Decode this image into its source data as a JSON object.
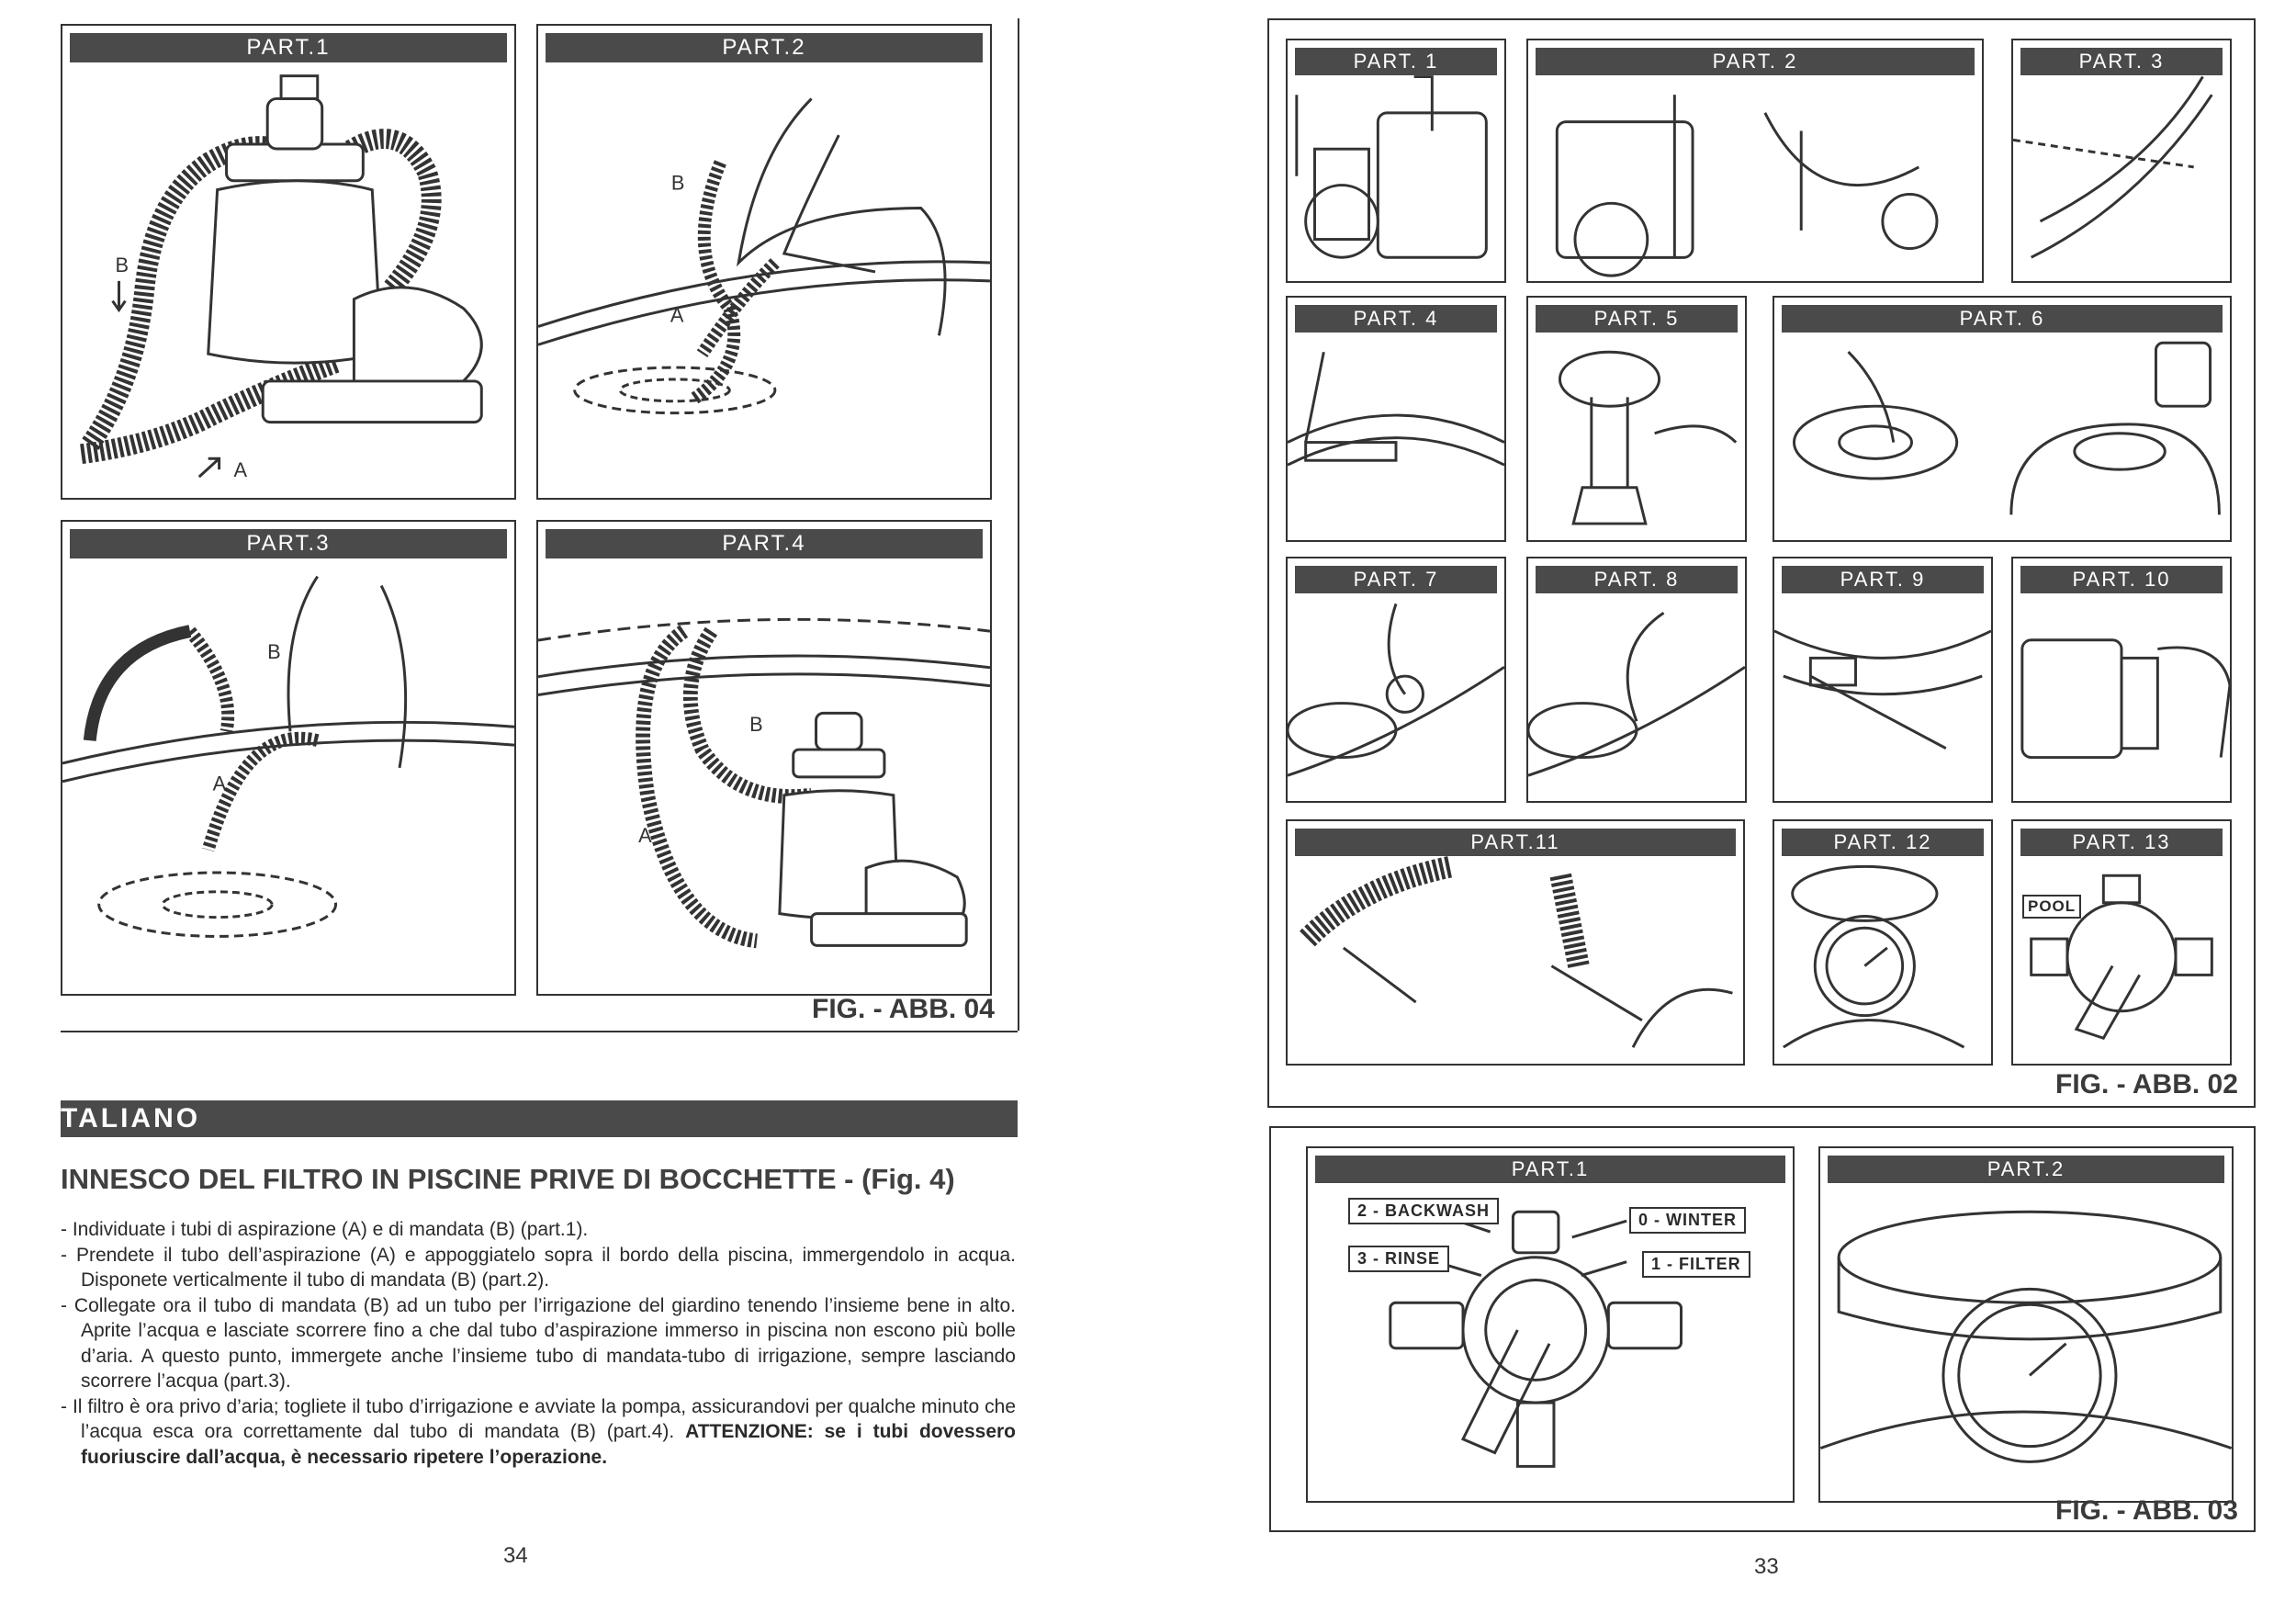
{
  "left_page": {
    "parts": [
      "PART.1",
      "PART.2",
      "PART.3",
      "PART.4"
    ],
    "callouts": {
      "p1_b": "B",
      "p1_a": "A",
      "p2_b": "B",
      "p2_a": "A",
      "p3_b": "B",
      "p3_a": "A",
      "p4_b": "B",
      "p4_a": "A"
    },
    "fig_label": "FIG. - ABB. 04",
    "section_title": "TALIANO",
    "heading": "INNESCO DEL FILTRO IN PISCINE PRIVE DI BOCCHETTE - (Fig. 4)",
    "paragraphs": [
      "- Individuate i tubi di aspirazione (A) e di mandata (B) (part.1).",
      "- Prendete il tubo dell’aspirazione (A) e appoggiatelo sopra il bordo della piscina, immergendolo in acqua. Disponete verticalmente il tubo di mandata (B) (part.2).",
      "- Collegate ora il tubo di mandata (B) ad un tubo per l’irrigazione del giardino tenendo l’insieme bene in alto. Aprite l’acqua e lasciate scorrere fino a che dal tubo d’aspirazione immerso in piscina non escono più bolle d’aria. A questo punto, immergete anche l’insieme tubo di mandata-tubo di irrigazione, sempre lasciando scorrere l’acqua (part.3).",
      "- Il filtro è ora privo d’aria; togliete il tubo d’irrigazione e avviate la pompa, assicurandovi per qualche minuto che l’acqua esca ora correttamente dal tubo di mandata (B) (part.4)."
    ],
    "warning": "ATTENZIONE: se i tubi dovessero fuoriuscire dall’acqua, è necessario ripetere l’operazione.",
    "page_number": "34"
  },
  "right_page": {
    "fig02_parts": [
      "PART. 1",
      "PART. 2",
      "PART. 3",
      "PART. 4",
      "PART. 5",
      "PART. 6",
      "PART. 7",
      "PART. 8",
      "PART. 9",
      "PART. 10",
      "PART.11",
      "PART. 12",
      "PART. 13"
    ],
    "pool_label": "POOL",
    "fig02_label": "FIG. - ABB. 02",
    "fig03_parts": [
      "PART.1",
      "PART.2"
    ],
    "valve_labels": {
      "backwash": "2 - BACKWASH",
      "rinse": "3 - RINSE",
      "winter": "0 - WINTER",
      "filter": "1 - FILTER"
    },
    "fig03_label": "FIG. - ABB. 03",
    "page_number": "33"
  }
}
